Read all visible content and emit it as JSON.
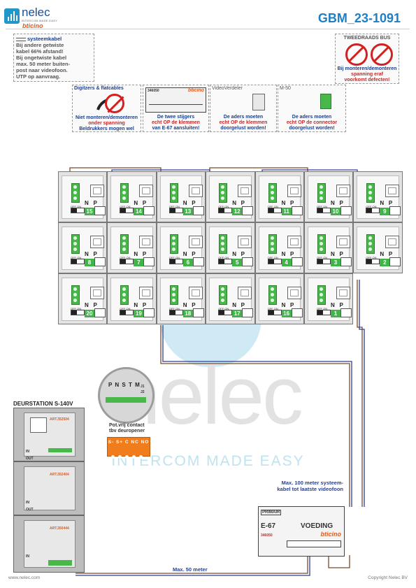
{
  "header": {
    "brand_name": "nelec",
    "brand_tagline": "INTERCOM MADE EASY",
    "brand_partner": "bticino",
    "doc_code": "GBM_23-1091"
  },
  "note_cable": {
    "title": "systeemkabel",
    "lines": [
      "Bij andere getwiste",
      "kabel 66% afstand!",
      "Bij ongetwiste kabel",
      "max. 50 meter buiten-",
      "post naar videofoon.",
      "UTP op aanvraag."
    ]
  },
  "note_bus": {
    "title": "TWEEDRAADS BUS",
    "lines": [
      "Bij monteren/demonteren",
      "spanning eraf",
      "voorkomt defecten!"
    ]
  },
  "panel_digitizers": {
    "title": "Digitzers & flatcables",
    "lines": [
      "Niet monteren/demonteren",
      "onder spanning",
      "Beldrukkers mogen wel"
    ]
  },
  "panel_e67": {
    "model": "346050",
    "brand": "bticino",
    "lines": [
      "De twee stijgers",
      "echt OP de klemmen",
      "van E-67 aansluiten!"
    ]
  },
  "panel_videoverdeler": {
    "title": "VideoVerdeler",
    "lines": [
      "De aders moeten",
      "echt OP de klemmen",
      "doorgelust worden!"
    ]
  },
  "panel_m50": {
    "title": "M-50",
    "lines": [
      "De aders moeten",
      "echt OP de connector",
      "doorgelust worden!"
    ]
  },
  "monitors": {
    "n_label": "N",
    "p_label": "P",
    "offon_label": "OFF ON",
    "rows": [
      [
        "15",
        "14",
        "13",
        "12",
        "11",
        "10",
        "9"
      ],
      [
        "8",
        "7",
        "6",
        "5",
        "4",
        "3",
        "2"
      ],
      [
        "20",
        "19",
        "18",
        "17",
        "16",
        "1",
        ""
      ]
    ]
  },
  "door_station": {
    "title": "DEURSTATION S-140V",
    "module_codes": [
      "ART.352504",
      "ART.352404",
      "ART.350444"
    ],
    "in_label": "IN",
    "out_label": "OUT"
  },
  "loupe": {
    "terminals": "P N S T M",
    "j1": "J1",
    "j2": "J2"
  },
  "contact": {
    "caption_lines": [
      "Pot.vrij contact",
      "tbv deuropener"
    ],
    "terminals": "S-  S+  C  NC NO"
  },
  "watermark": {
    "main": "nelec",
    "sub": "INTERCOM MADE EASY"
  },
  "psu": {
    "primair": "PRIMAIR",
    "model": "E-67",
    "title": "VOEDING",
    "code": "346050",
    "brand": "bticino"
  },
  "notes": {
    "max100": [
      "Max. 100 meter systeem-",
      "kabel tot laatste videofoon"
    ],
    "max50": "Max. 50 meter"
  },
  "footer": {
    "website": "www.nelec.com",
    "copyright": "Copyright Nelec BV"
  }
}
